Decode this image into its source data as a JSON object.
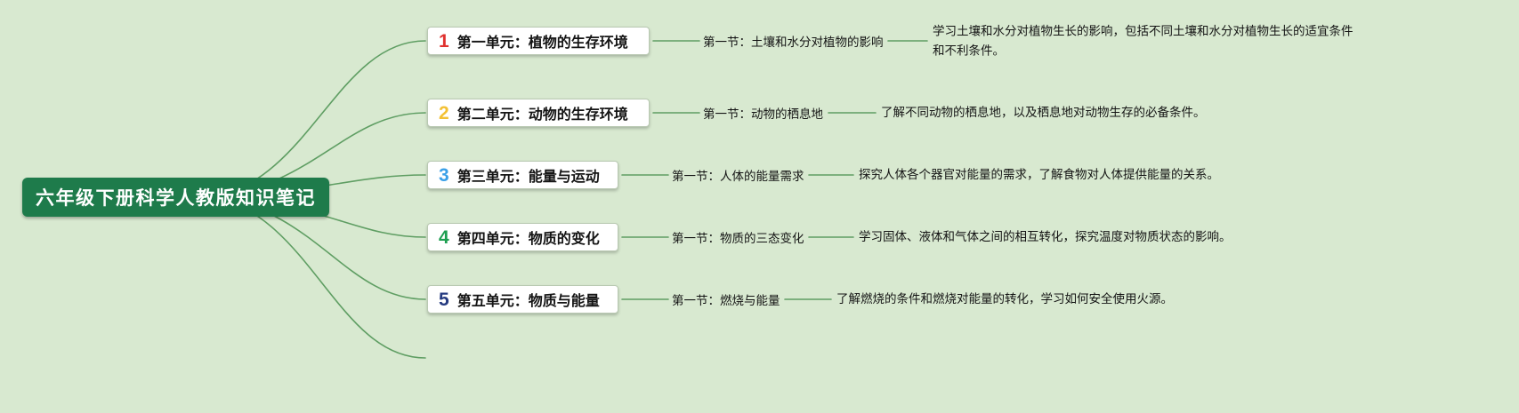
{
  "colors": {
    "background": "#d8e9d0",
    "connector": "#5f9e63",
    "root_bg": "#1e7b4b",
    "root_text": "#ffffff"
  },
  "root": {
    "label": "六年级下册科学人教版知识笔记"
  },
  "branches": [
    {
      "number": "1",
      "number_color": "#e0312e",
      "unit_label": "第一单元：植物的生存环境",
      "section_label": "第一节：土壤和水分对植物的影响",
      "description": "学习土壤和水分对植物生长的影响，包括不同土壤和水分对植物生长的适宜条件和不利条件。"
    },
    {
      "number": "2",
      "number_color": "#f3c135",
      "unit_label": "第二单元：动物的生存环境",
      "section_label": "第一节：动物的栖息地",
      "description": "了解不同动物的栖息地，以及栖息地对动物生存的必备条件。"
    },
    {
      "number": "3",
      "number_color": "#3aa0e8",
      "unit_label": "第三单元：能量与运动",
      "section_label": "第一节：人体的能量需求",
      "description": "探究人体各个器官对能量的需求，了解食物对人体提供能量的关系。"
    },
    {
      "number": "4",
      "number_color": "#1c9e50",
      "unit_label": "第四单元：物质的变化",
      "section_label": "第一节：物质的三态变化",
      "description": "学习固体、液体和气体之间的相互转化，探究温度对物质状态的影响。"
    },
    {
      "number": "5",
      "number_color": "#253a80",
      "unit_label": "第五单元：物质与能量",
      "section_label": "第一节：燃烧与能量",
      "description": "了解燃烧的条件和燃烧对能量的转化，学习如何安全使用火源。"
    }
  ]
}
